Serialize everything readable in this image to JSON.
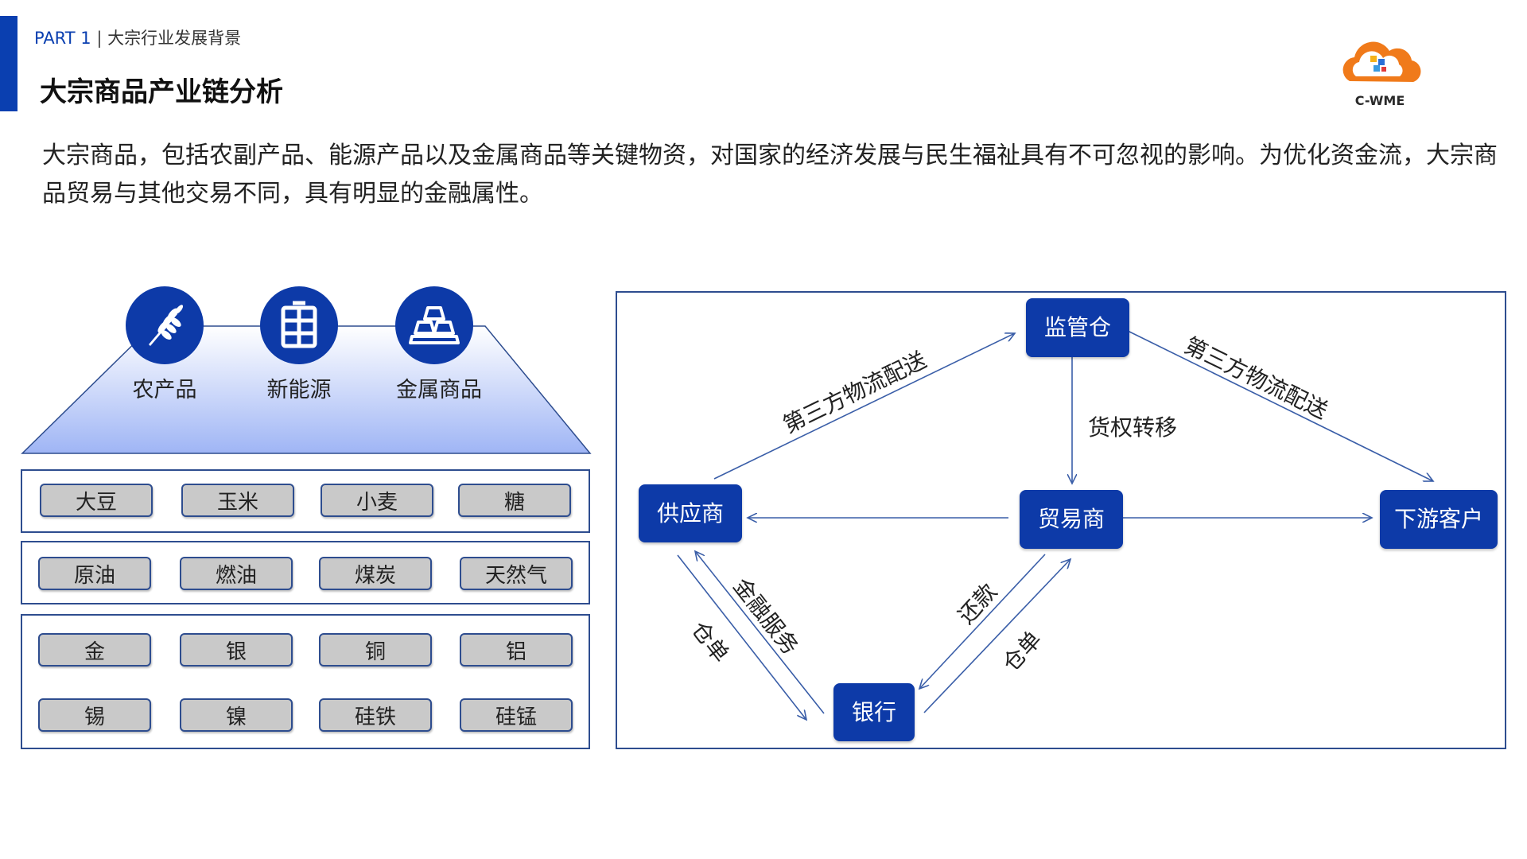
{
  "header": {
    "part": "PART 1",
    "separator": "|",
    "section": "大宗行业发展背景",
    "title": "大宗商品产业链分析"
  },
  "logo": {
    "text": "C-WME",
    "icon": "cloud-logo-icon"
  },
  "intro_text": "大宗商品，包括农副产品、能源产品以及金属商品等关键物资，对国家的经济发展与民生福祉具有不可忽视的影响。为优化资金流，大宗商品贸易与其他交易不同，具有明显的金融属性。",
  "categories": [
    {
      "label": "农产品",
      "icon": "wheat-icon"
    },
    {
      "label": "新能源",
      "icon": "oil-barrel-icon"
    },
    {
      "label": "金属商品",
      "icon": "gold-bars-icon"
    }
  ],
  "commodity_rows": [
    [
      "大豆",
      "玉米",
      "小麦",
      "糖"
    ],
    [
      "原油",
      "燃油",
      "煤炭",
      "天然气"
    ],
    [
      "金",
      "银",
      "铜",
      "铝"
    ],
    [
      "锡",
      "镍",
      "硅铁",
      "硅锰"
    ]
  ],
  "flow": {
    "nodes": {
      "warehouse": "监管仓",
      "supplier": "供应商",
      "trader": "贸易商",
      "customer": "下游客户",
      "bank": "银行"
    },
    "edges": {
      "logistics_left": "第三方物流配送",
      "logistics_right": "第三方物流配送",
      "title_transfer": "货权转移",
      "financial_service": "金融服务",
      "receipt_left": "仓单",
      "repayment": "还款",
      "receipt_right": "仓单"
    }
  },
  "colors": {
    "primary": "#0d3aa8",
    "border": "#2e4d8f",
    "pill": "#c9c9c9"
  }
}
